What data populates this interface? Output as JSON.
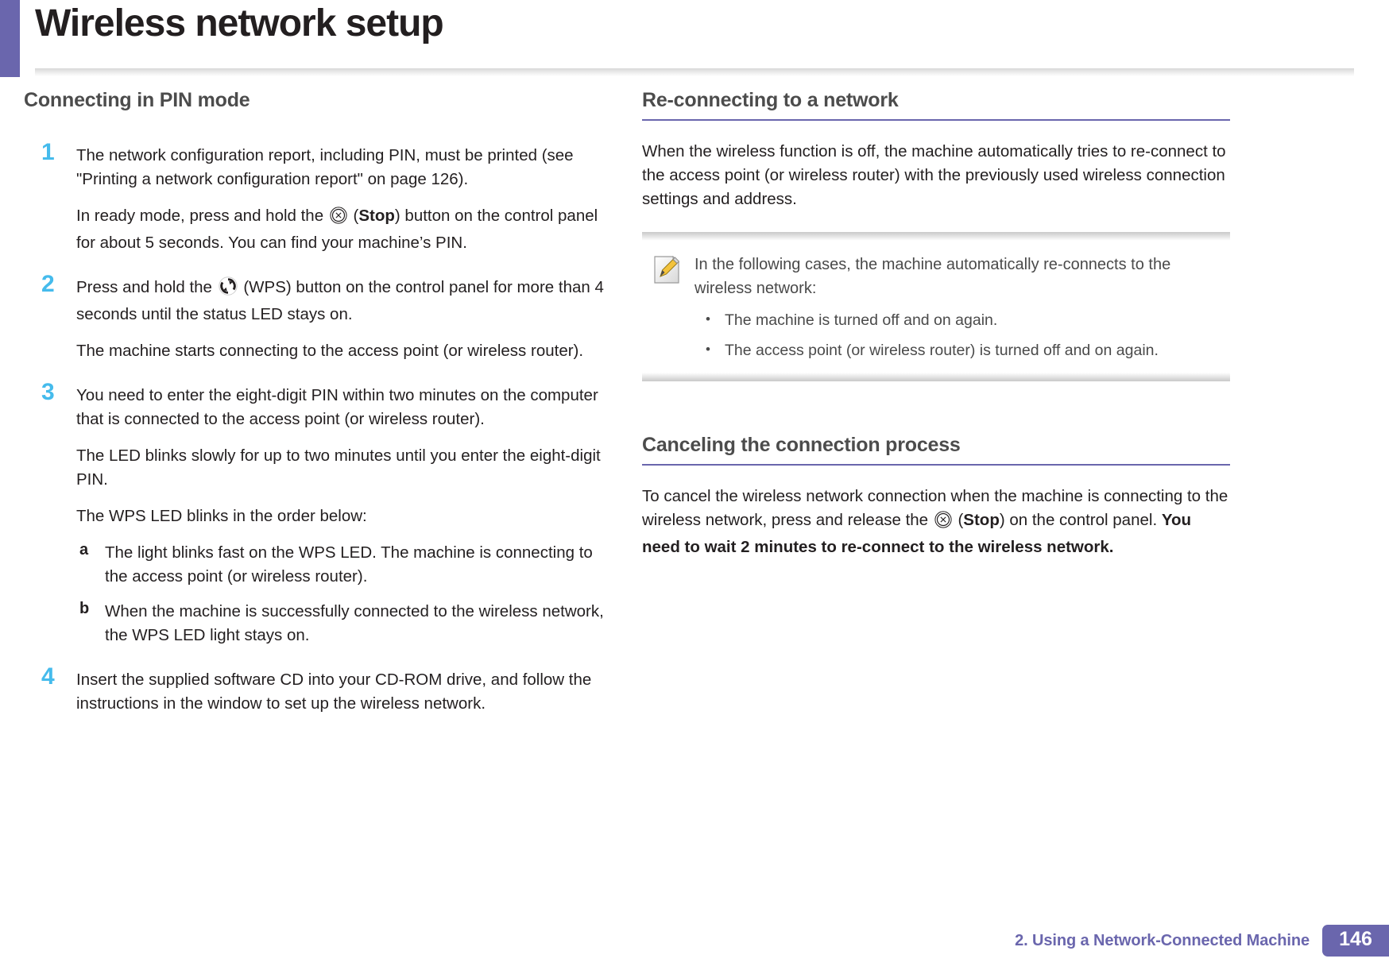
{
  "page": {
    "title": "Wireless network setup",
    "accent_color": "#6a66ad",
    "step_number_color": "#45bbec"
  },
  "footer": {
    "chapter_label": "2.  Using a Network-Connected Machine",
    "page_number": "146"
  },
  "left_column": {
    "heading": "Connecting in PIN mode",
    "steps": [
      {
        "number": "1",
        "paragraphs": [
          {
            "parts": [
              {
                "type": "text",
                "value": "The network configuration report, including PIN, must be printed (see \"Printing a network configuration report\" on page 126)."
              }
            ]
          },
          {
            "parts": [
              {
                "type": "text",
                "value": "In ready mode, press and hold the "
              },
              {
                "type": "icon",
                "value": "stop-button-icon"
              },
              {
                "type": "text",
                "value": " ("
              },
              {
                "type": "bold",
                "value": "Stop"
              },
              {
                "type": "text",
                "value": ") button on the control panel for about 5 seconds. You can find your machine’s PIN."
              }
            ]
          }
        ]
      },
      {
        "number": "2",
        "paragraphs": [
          {
            "parts": [
              {
                "type": "text",
                "value": "Press and hold the "
              },
              {
                "type": "icon",
                "value": "wps-button-icon"
              },
              {
                "type": "text",
                "value": " (WPS) button on the control panel for more than 4 seconds until the status LED stays on."
              }
            ]
          },
          {
            "parts": [
              {
                "type": "text",
                "value": "The machine starts connecting to the access point (or wireless router)."
              }
            ]
          }
        ]
      },
      {
        "number": "3",
        "paragraphs": [
          {
            "parts": [
              {
                "type": "text",
                "value": "You need to enter the eight-digit PIN within two minutes on the computer that is connected to the access point (or wireless router)."
              }
            ]
          },
          {
            "parts": [
              {
                "type": "text",
                "value": "The LED blinks slowly for up to two minutes until you enter the eight-digit PIN."
              }
            ]
          },
          {
            "parts": [
              {
                "type": "text",
                "value": "The WPS LED blinks in the order below:"
              }
            ]
          }
        ],
        "substeps": [
          {
            "letter": "a",
            "text": "The light blinks fast on the WPS LED. The machine is connecting to the access point (or wireless router)."
          },
          {
            "letter": "b",
            "text": "When the machine is successfully connected to the wireless network, the WPS LED light stays on."
          }
        ]
      },
      {
        "number": "4",
        "paragraphs": [
          {
            "parts": [
              {
                "type": "text",
                "value": "Insert the supplied software CD into your CD-ROM drive, and follow the instructions in the window to set up the wireless network."
              }
            ]
          }
        ]
      }
    ]
  },
  "right_column": {
    "section_reconnect": {
      "heading": "Re-connecting to a network",
      "paragraph": "When the wireless function is off, the machine automatically tries to re-connect to the access point (or wireless router) with the previously used wireless connection settings and address.",
      "note": {
        "icon": "note-pencil-icon",
        "intro": "In the following cases, the machine automatically re-connects to the wireless network:",
        "bullets": [
          "The machine is turned off and on again.",
          "The access point (or wireless router) is turned off and on again."
        ]
      }
    },
    "section_cancel": {
      "heading": "Canceling the connection process",
      "paragraph_parts": [
        {
          "type": "text",
          "value": "To cancel the wireless network connection when the machine is connecting to the wireless network, press and release the "
        },
        {
          "type": "icon",
          "value": "stop-button-icon"
        },
        {
          "type": "text",
          "value": " ("
        },
        {
          "type": "bold",
          "value": "Stop"
        },
        {
          "type": "text",
          "value": ") on the control panel. "
        },
        {
          "type": "bold",
          "value": "You need to wait 2 minutes to re-connect to the wireless network."
        }
      ]
    }
  }
}
